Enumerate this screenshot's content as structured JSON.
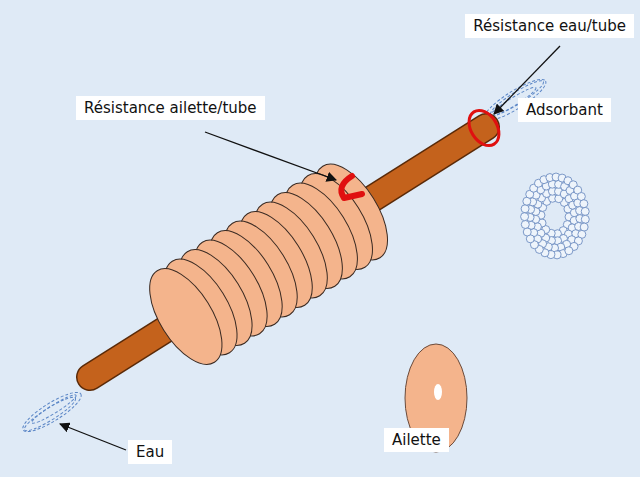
{
  "diagram": {
    "labels": [
      "Résistance eau/tube",
      "Résistance ailette/tube",
      "Adsorbant",
      "Ailette",
      "Eau"
    ]
  }
}
